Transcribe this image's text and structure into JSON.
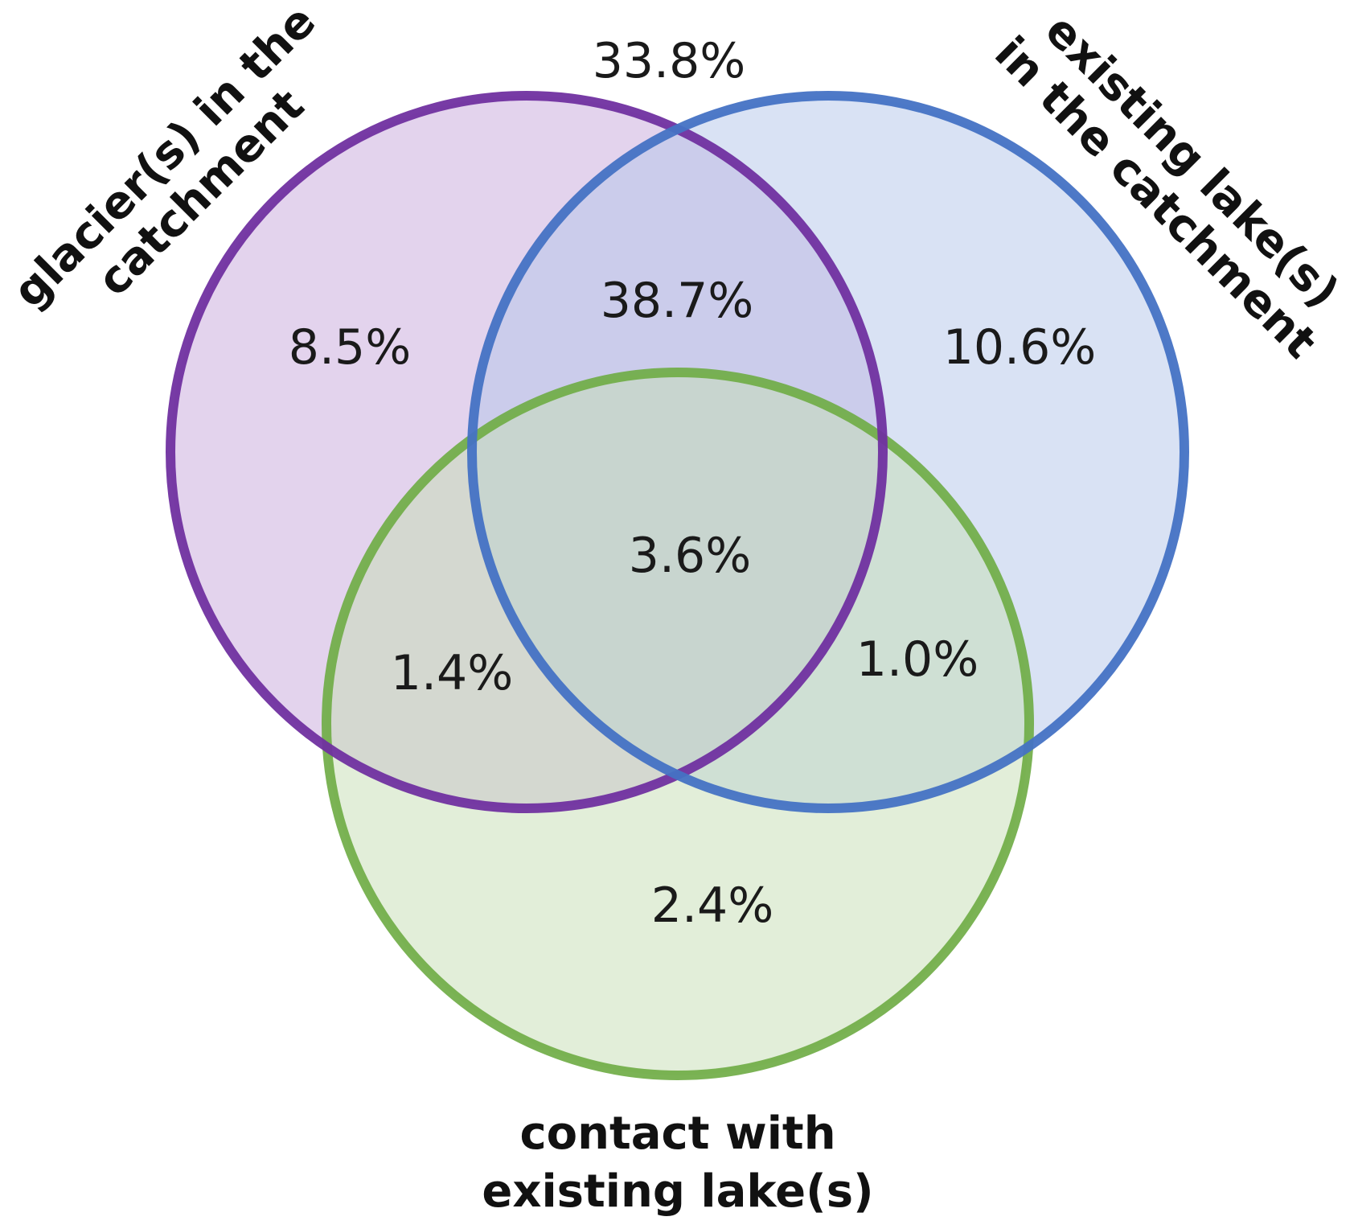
{
  "sets": [
    {
      "id": "glacier",
      "label_lines": [
        "glacier(s) in the",
        "catchment"
      ],
      "stroke": "#7030a0",
      "fill": "#e3d5ec"
    },
    {
      "id": "lake",
      "label_lines": [
        "existing lake(s)",
        "in the catchment"
      ],
      "stroke": "#4472c4",
      "fill": "#dae2f3"
    },
    {
      "id": "contact",
      "label_lines": [
        "contact with",
        "existing lake(s)"
      ],
      "stroke": "#70ad47",
      "fill": "#e2eed9"
    }
  ],
  "regions": {
    "outside": "33.8%",
    "glacier_only": "8.5%",
    "lake_only": "10.6%",
    "contact_only": "2.4%",
    "glacier_lake": "38.7%",
    "glacier_contact": "1.4%",
    "lake_contact": "1.0%",
    "all_three": "3.6%"
  }
}
